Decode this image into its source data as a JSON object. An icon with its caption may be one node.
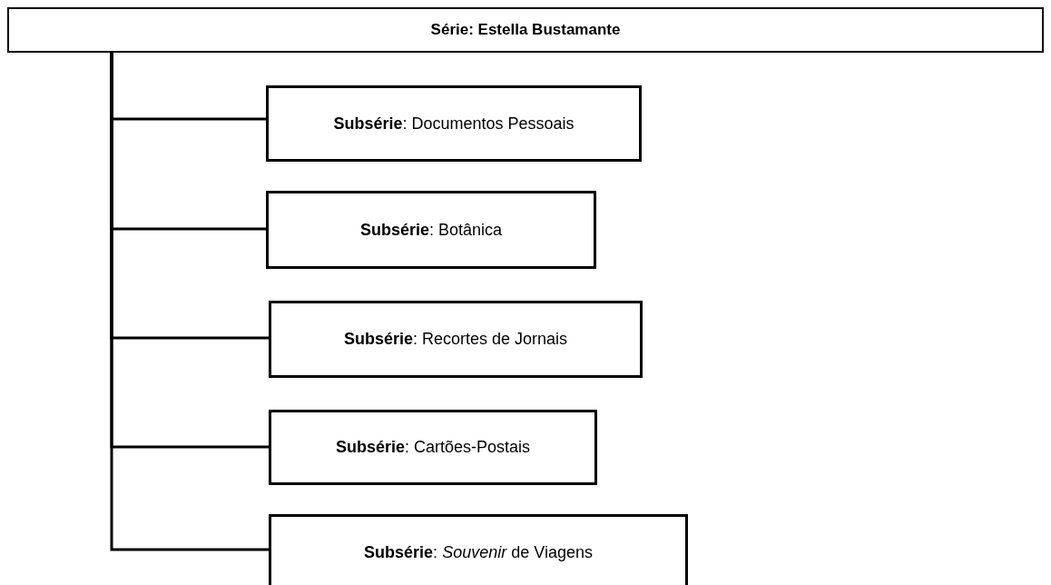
{
  "diagram": {
    "nodes": [
      {
        "text": [
          "Série: Estella Bustamante"
        ]
      },
      {
        "text": [
          "**Subsérie**: Documentos Pessoais"
        ]
      },
      {
        "text": [
          "**Subsérie**: Botânica"
        ]
      },
      {
        "text": [
          "**Subsérie**: Recortes de Jornais"
        ]
      },
      {
        "text": [
          "**Subsérie**: Cartões-Postais"
        ]
      },
      {
        "text": [
          "**Subsérie**: *Souvenir* de Viagens"
        ]
      }
    ],
    "edges": [
      {
        "from": 0,
        "to": 1,
        "arrow": "none"
      },
      {
        "from": 0,
        "to": 2,
        "arrow": "none"
      },
      {
        "from": 0,
        "to": 3,
        "arrow": "none"
      },
      {
        "from": 0,
        "to": 4,
        "arrow": "none"
      },
      {
        "from": 0,
        "to": 5,
        "arrow": "none"
      }
    ]
  }
}
